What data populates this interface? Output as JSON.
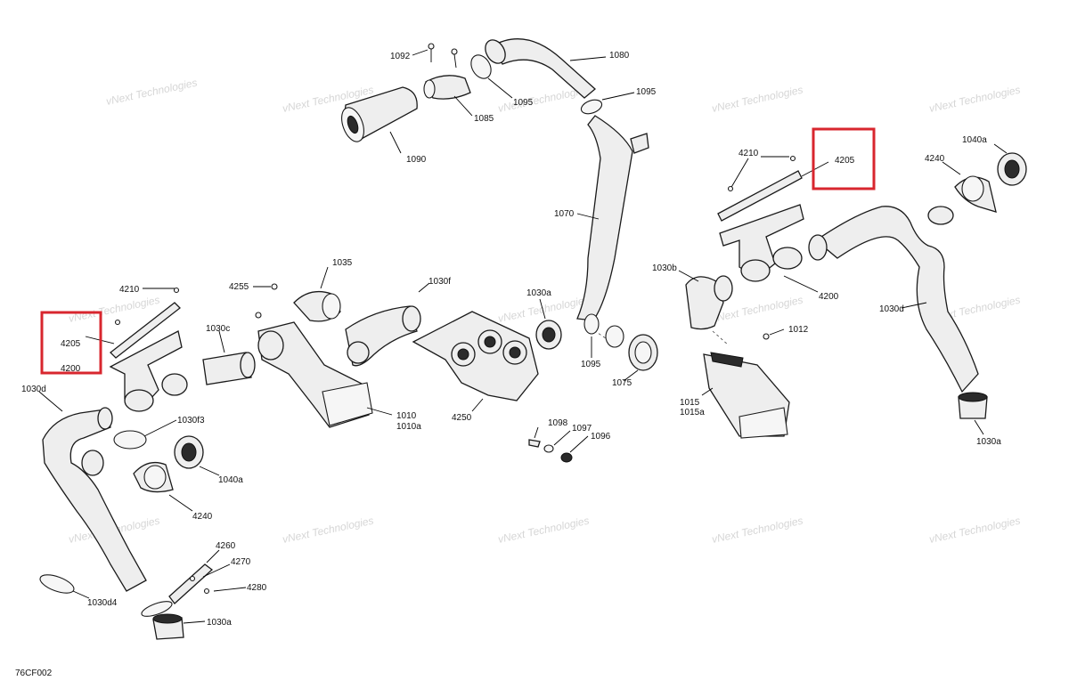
{
  "diagram": {
    "code": "76CF002",
    "watermark": "vNext Technologies",
    "highlight_color": "#d8262e",
    "labels": {
      "l1092": "1092",
      "l1080": "1080",
      "l1095a": "1095",
      "l1085": "1085",
      "l1095b": "1095",
      "l1090": "1090",
      "l1070": "1070",
      "l4210r": "4210",
      "l4205r": "4205",
      "l4240r": "4240",
      "l1040ar": "1040a",
      "l1030b": "1030b",
      "l4200r": "4200",
      "l1030dr": "1030d",
      "l1012": "1012",
      "l1015": "1015",
      "l1015a": "1015a",
      "l1030ar": "1030a",
      "l1035": "1035",
      "l4255": "4255",
      "l1030f": "1030f",
      "l1030ac": "1030a",
      "l4210l": "4210",
      "l4205l": "4205",
      "l4200l": "4200",
      "l1030c": "1030c",
      "l1010": "1010",
      "l1010a": "1010a",
      "l4250": "4250",
      "l1095c": "1095",
      "l1075": "1075",
      "l1030dl": "1030d",
      "l1030f3": "1030f3",
      "l1040al": "1040a",
      "l4240l": "4240",
      "l1098": "1098",
      "l1097": "1097",
      "l1096": "1096",
      "l4260": "4260",
      "l4270": "4270",
      "l4280": "4280",
      "l1030d4": "1030d4",
      "l1030al": "1030a"
    }
  }
}
